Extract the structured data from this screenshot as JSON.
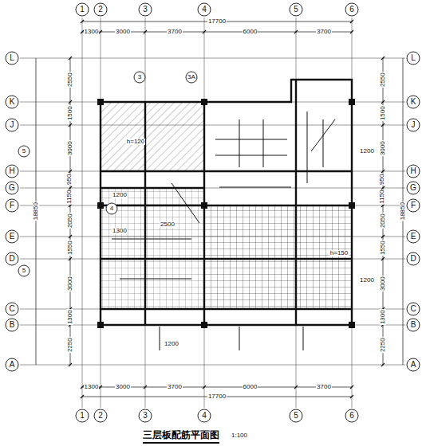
{
  "diagram": {
    "title": "三层板配筋平面图",
    "labels": [
      "1",
      "2",
      "3",
      "4",
      "5",
      "6",
      "1300",
      "3000",
      "3700",
      "6000",
      "3700",
      "17700",
      "L",
      "K",
      "J",
      "H",
      "G",
      "F",
      "E",
      "D",
      "C",
      "B",
      "A",
      "L",
      "K",
      "J",
      "H",
      "G",
      "F",
      "E",
      "D",
      "C",
      "B",
      "A",
      "2550",
      "1500",
      "3000",
      "950",
      "1150",
      "2050",
      "1550",
      "3000",
      "1300",
      "2250",
      "18850",
      "2550",
      "1500",
      "3000",
      "950",
      "1150",
      "2050",
      "1550",
      "3000",
      "1300",
      "2250",
      "18850",
      "1300",
      "3000",
      "3700",
      "6000",
      "3700",
      "17700",
      "1",
      "2",
      "3",
      "4",
      "5",
      "6",
      "1:100",
      "h=120",
      "h=150",
      "1200",
      "1200",
      "1200",
      "2500",
      "1300",
      "1200",
      "3",
      "3A",
      "5",
      "5",
      "4"
    ]
  }
}
